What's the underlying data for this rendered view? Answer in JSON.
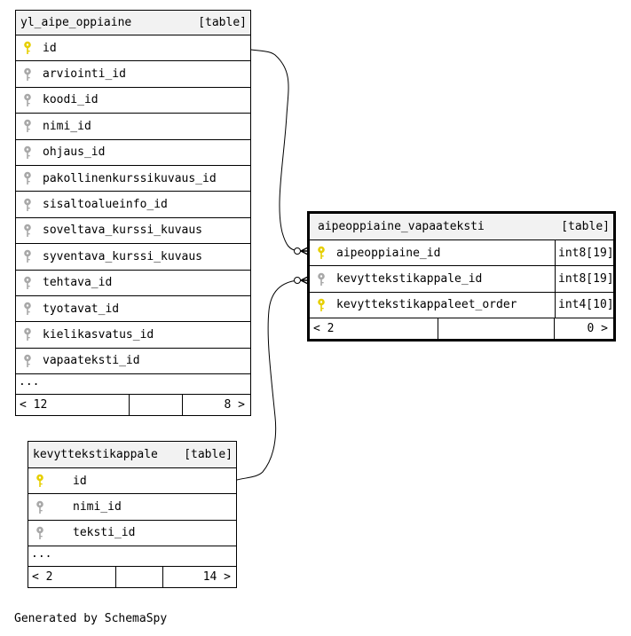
{
  "tables": {
    "yl_aipe_oppiaine": {
      "name": "yl_aipe_oppiaine",
      "kind": "[table]",
      "columns": [
        {
          "name": "id",
          "key": "primary"
        },
        {
          "name": "arviointi_id",
          "key": "foreign"
        },
        {
          "name": "koodi_id",
          "key": "foreign"
        },
        {
          "name": "nimi_id",
          "key": "foreign"
        },
        {
          "name": "ohjaus_id",
          "key": "foreign"
        },
        {
          "name": "pakollinenkurssikuvaus_id",
          "key": "foreign"
        },
        {
          "name": "sisaltoalueinfo_id",
          "key": "foreign"
        },
        {
          "name": "soveltava_kurssi_kuvaus",
          "key": "foreign"
        },
        {
          "name": "syventava_kurssi_kuvaus",
          "key": "foreign"
        },
        {
          "name": "tehtava_id",
          "key": "foreign"
        },
        {
          "name": "tyotavat_id",
          "key": "foreign"
        },
        {
          "name": "kielikasvatus_id",
          "key": "foreign"
        },
        {
          "name": "vapaateksti_id",
          "key": "foreign"
        }
      ],
      "ellipsis": "...",
      "footer": {
        "left": "< 12",
        "right": "8 >"
      }
    },
    "aipeoppiaine_vapaateksti": {
      "name": "aipeoppiaine_vapaateksti",
      "kind": "[table]",
      "columns": [
        {
          "name": "aipeoppiaine_id",
          "type": "int8[19]",
          "key": "primary"
        },
        {
          "name": "kevyttekstikappale_id",
          "type": "int8[19]",
          "key": "foreign"
        },
        {
          "name": "kevyttekstikappaleet_order",
          "type": "int4[10]",
          "key": "primary"
        }
      ],
      "footer": {
        "left": "< 2",
        "right": "0 >"
      }
    },
    "kevyttekstikappale": {
      "name": "kevyttekstikappale",
      "kind": "[table]",
      "columns": [
        {
          "name": "id",
          "key": "primary"
        },
        {
          "name": "nimi_id",
          "key": "foreign"
        },
        {
          "name": "teksti_id",
          "key": "foreign"
        }
      ],
      "ellipsis": "...",
      "footer": {
        "left": "< 2",
        "right": "14 >"
      }
    }
  },
  "colors": {
    "primary_key": "#e6cf00",
    "foreign_key": "#a8a8a8",
    "header_bg": "#f2f2f2"
  },
  "footer_note": "Generated by SchemaSpy"
}
